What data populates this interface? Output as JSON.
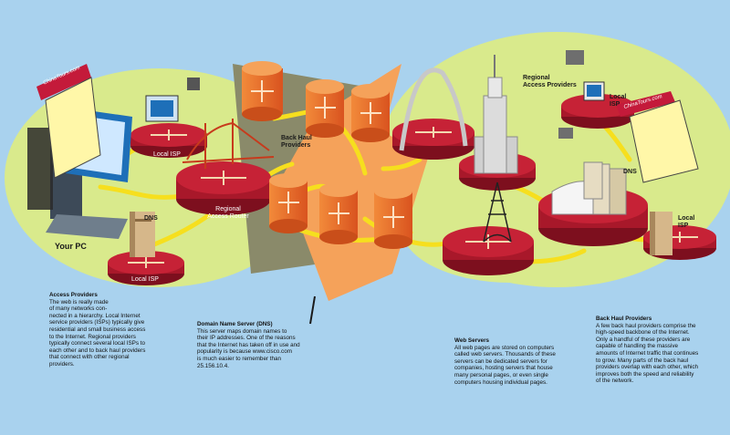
{
  "labels": {
    "your_pc": "Your PC",
    "local_isp_top": "Local ISP",
    "local_isp_bottom": "Local ISP",
    "dns_left": "DNS",
    "regional_router": "Regional\nAccess Router",
    "back_haul": "Back Haul\nProviders",
    "regional_providers": "Regional\nAccess Providers",
    "local_isp_right": "Local\nISP",
    "dns_right": "DNS",
    "local_isp_far_right": "Local\nISP",
    "banner_left": "ChinaTours.com",
    "banner_right": "ChinaTours.com"
  },
  "descriptions": {
    "access": {
      "heading": "Access Providers",
      "lines": [
        "The web is really made",
        "of many networks con-",
        "nected in a hierarchy. Local Internet",
        "service providers (ISPs) typically give",
        "residential and small business access",
        "to the Internet. Regional providers",
        "typically connect several local ISPs to",
        "each other and to back haul providers",
        "that connect with other regional",
        "providers."
      ]
    },
    "dns": {
      "heading": "Domain Name Server (DNS)",
      "lines": [
        "This server maps domain names to",
        "their IP addresses. One of the reasons",
        "that the Internet has taken off in use and",
        "popularity is because www.cisco.com",
        "is much easier to remember than",
        "25.156.10.4."
      ]
    },
    "web": {
      "heading": "Web Servers",
      "lines": [
        "All web pages are stored on computers",
        "called web servers. Thousands of these",
        "servers can be dedicated servers for",
        "companies, hosting servers that house",
        "many personal pages, or even single",
        "computers housing individual pages."
      ]
    },
    "backhaul": {
      "heading": "Back Haul Providers",
      "lines": [
        "A few back haul providers comprise the",
        "high-speed backbone of the Internet.",
        "Only a handful of these providers are",
        "capable of handling the massive",
        "amounts of Internet traffic that continues",
        "to grow. Many parts of the back haul",
        "providers overlap with each other, which",
        "improves both the speed and reliability",
        "of the network."
      ]
    }
  },
  "colors": {
    "sky": "#a9d2ee",
    "cloud": "#d9ea8c",
    "router_red": "#a8182a",
    "router_orange": "#e8652a",
    "link_yellow": "#f6df1e"
  }
}
